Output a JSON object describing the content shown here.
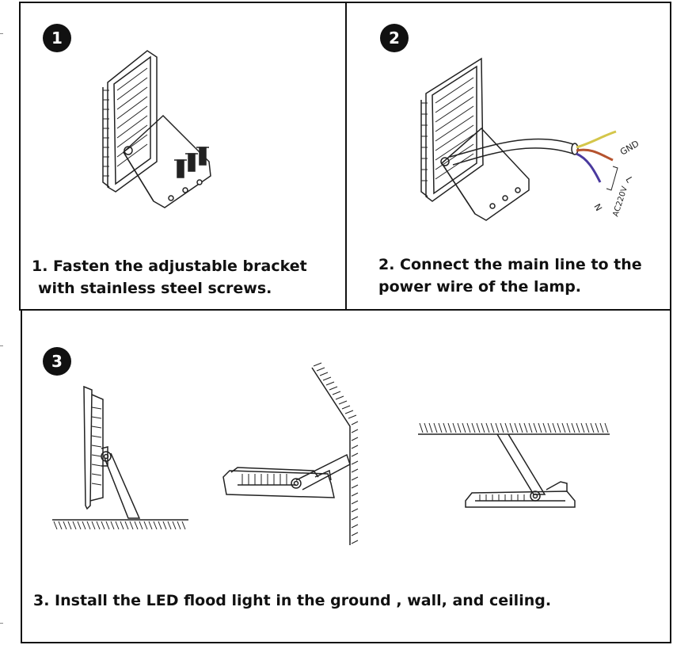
{
  "steps": [
    {
      "number": "1",
      "caption_line1": "1. Fasten the adjustable bracket",
      "caption_line2": "with stainless steel screws."
    },
    {
      "number": "2",
      "caption_line1": "2. Connect the main line to the",
      "caption_line2": "power wire of the lamp.",
      "wire_labels": {
        "gnd": "GND",
        "l": "L",
        "n": "N",
        "voltage": "AC220V"
      }
    },
    {
      "number": "3",
      "caption": "3. Install the LED flood light in the ground , wall, and ceiling."
    }
  ],
  "colors": {
    "gnd_wire": "#d4c64a",
    "l_wire": "#b5532f",
    "n_wire": "#4a3a9e"
  }
}
